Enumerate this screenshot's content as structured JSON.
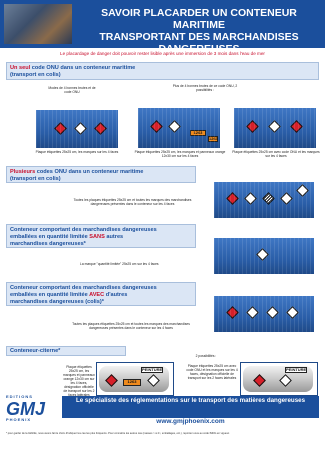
{
  "header": {
    "title_line1": "SAVOIR PLACARDER UN CONTENEUR MARITIME",
    "title_line2": "TRANSPORTANT DES MARCHANDISES DANGEREUSES"
  },
  "subtitle": "Le placardage de danger doit pouvoir rester lisible après une immersion de 3 mois dans l'eau de mer",
  "section1": {
    "title_pre": "Un seul",
    "title_mid": " code ONU dans un conteneur maritime",
    "title_suffix": "(transport en colis)",
    "note_left": "Modes de 4 bonnes brutes et de code ONU",
    "note_right": "Plus de 4 bonnes brutes de ce code ONU, 2 possibilités :",
    "caption1": "Plaque étiquettes 25x25 cm, les marques sur les 4 faces",
    "caption2": "Plaque étiquettes 25x25 cm, les marques et panneaux orange 12x30 cm sur les 4 faces",
    "caption3": "Plaque étiquettes 25x25 cm avec code ONU et les marques sur les 4 faces",
    "un_number": "1263",
    "un_small": "1263"
  },
  "section2": {
    "title_pre": "Plusieurs",
    "title_mid": " codes ONU dans un conteneur maritime",
    "title_suffix": "(transport en colis)",
    "caption": "Toutes les plaques étiquettes 25x25 cm et toutes les marques des marchandises dangereuses présentes dans le conteneur sur les 4 faces"
  },
  "section3": {
    "title_line1": "Conteneur comportant des marchandises dangereuses",
    "title_line2": "emballées en quantité limitée",
    "title_red": "SANS",
    "title_line2b": " autres",
    "title_line3": "marchandises dangereuses*",
    "caption": "La marque \"quantité limitée\" 25x25 cm sur les 4 faces"
  },
  "section4": {
    "title_line1": "Conteneur comportant des marchandises dangereuses",
    "title_line2": "emballées en quantité limitée",
    "title_red": "AVEC",
    "title_line2b": " d'autres",
    "title_line3": "marchandises dangereuses (colis)*",
    "caption": "Toutes les plaques étiquettes 25x25 cm et toutes les marques des marchandises dangereuses présentes dans le conteneur sur les 4 faces"
  },
  "section5": {
    "title": "Conteneur-citerne*",
    "possibilities": "2 possibilités :",
    "caption1": "Plaque étiquettes 25x25 cm, les marques et panneaux orange 12x30 cm sur les 4 faces, désignation officielle de transport sur les 2 faces latérales",
    "caption2": "Plaque étiquettes 25x25 cm avec code ONU et les marques sur les 4 faces, désignation officielle de transport sur les 2 faces latérales",
    "label_peinture": "PEINTURE",
    "un_number": "1263"
  },
  "footer": {
    "logo_top": "EDITIONS",
    "logo_main": "GMJ",
    "logo_bottom": "PHOENIX",
    "tagline": "Le spécialiste des réglementations sur le transport des matières dangereuses",
    "url": "www.gmjphoenix.com",
    "fineprint": "* pour garder de la lisibilité, nous avons fait le choix d'indiquer les cas les plus fréquents. Pour connaître les autres cas (masses > à 4 t, emballages, etc.), reportez-vous au code IMDG en vigueur."
  },
  "colors": {
    "brand_blue": "#1b4f9c",
    "accent_red": "#c8102e",
    "container_blue": "#2a5ea8",
    "orange_panel": "#f08a1c"
  }
}
